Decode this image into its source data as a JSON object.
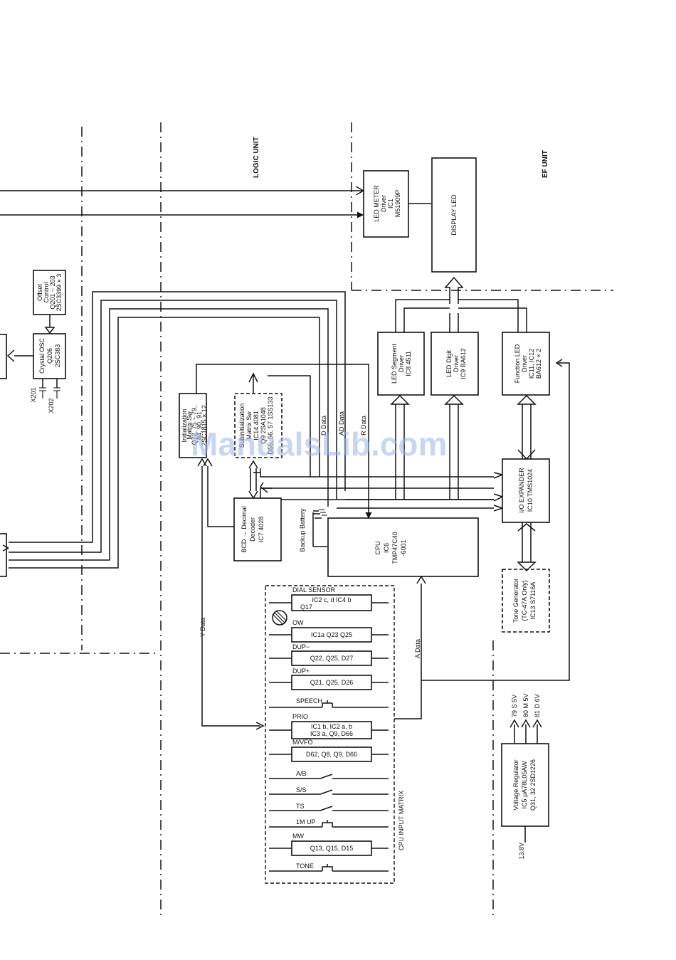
{
  "units": {
    "logic": "LOGIC UNIT",
    "ef": "EF UNIT"
  },
  "blocks": {
    "led_meter": [
      "LED METER",
      "Driver",
      "IC1",
      "M51909P"
    ],
    "display_led": "DISPLAY LED",
    "offset_control": [
      "Offset",
      "Control",
      "Q201 ~ 203",
      "2SC3399 × 3"
    ],
    "crystal_osc": [
      "Crystal OSC",
      "Q206",
      "2SC383"
    ],
    "x201": "X201",
    "x202": "X202",
    "led_segment": [
      "LED Segment",
      "Driver",
      "IC8   4511"
    ],
    "led_digit": [
      "LED Digit",
      "Driver",
      "IC9   BA612"
    ],
    "function_led": [
      "Function LED",
      "Driver",
      "IC11, IC12",
      "BA612 × 2"
    ],
    "init_sw": [
      "Initialization",
      "Matrix Sw",
      "Q72, 75 ~ 79,",
      "84, 90, 91",
      "2SC1815 × 12"
    ],
    "subinit_sw": [
      "Subinitialization",
      "Matrix Sw",
      "IC14   4081",
      "Q9   2SA1048",
      "D55, 56, 57 1SS133"
    ],
    "io_expander": [
      "I/O EXPANDER",
      "IC10   TMS1024"
    ],
    "bcd_decoder": [
      "BCD → Decimal",
      "Decoder",
      "IC7   4028"
    ],
    "backup_battery": "Backup Battery",
    "cpu": [
      "CPU",
      "IC6",
      "TMP47C40",
      "-6001"
    ],
    "tone_gen": [
      "Tone Generator",
      "(TC-47A Only)",
      "IC13   S7116A"
    ],
    "voltage_reg": [
      "Voltage Regulator",
      "IC5   μA78L05AW",
      "Q31, 32   2SD1226"
    ]
  },
  "signals": {
    "d_data": "D Data",
    "ad_data": "AD Data",
    "r_data": "R Data",
    "y_data": "Y Data",
    "a_data": "A Data"
  },
  "power": {
    "s5v": "79  S 5V",
    "m5v": "80  M 5V",
    "d6v": "81  D 6V",
    "in": "13.8V"
  },
  "matrix": {
    "title": "CPU INPUT MATRIX",
    "rows": [
      {
        "label": "DIAL SENSOR",
        "part": "IC2 c, d  IC4 b",
        "part2": "Q17"
      },
      {
        "label": "OW",
        "part": "IC1a  Q23  Q25"
      },
      {
        "label": "DUP−",
        "part": "Q22, Q25, D27"
      },
      {
        "label": "DUP+",
        "part": "Q21, Q25, D26"
      },
      {
        "label": "SPEECH"
      },
      {
        "label": "PRIO",
        "part": "IC1 b, IC2 a, b",
        "part2": "IC3 a, Q9, D66"
      },
      {
        "label": "M/VFO",
        "part": "D62, Q8, Q9, D66"
      },
      {
        "label": "A/B"
      },
      {
        "label": "S/S"
      },
      {
        "label": "TS"
      },
      {
        "label": "1M UP"
      },
      {
        "label": "MW",
        "part": "Q13, Q15, D15"
      },
      {
        "label": "TONE"
      }
    ]
  },
  "watermark": "ManualsLib.com"
}
